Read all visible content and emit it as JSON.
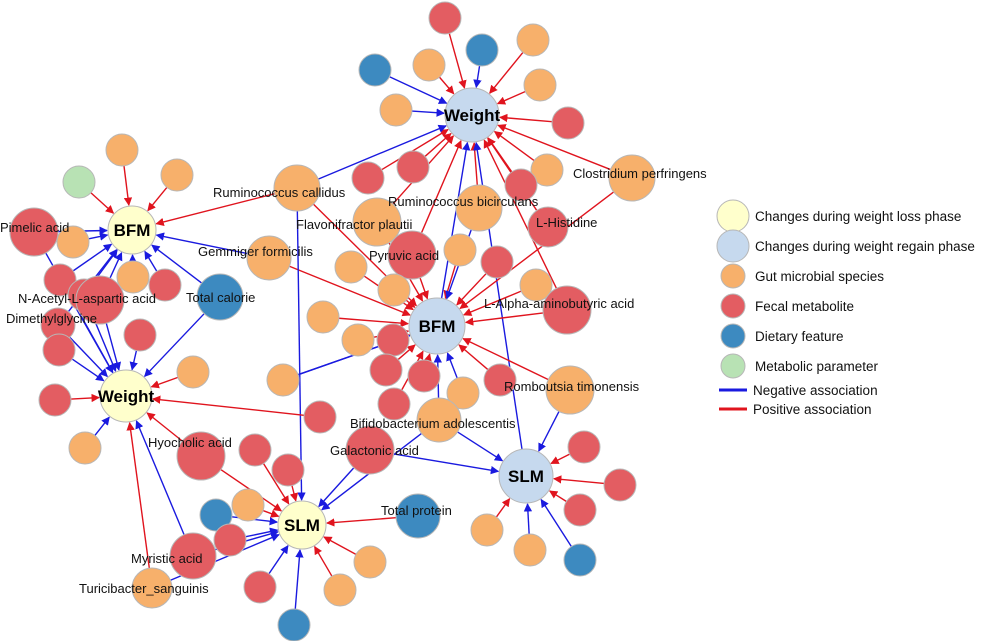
{
  "colors": {
    "loss_phase": "#ffffcc",
    "regain_phase": "#c6d9ee",
    "microbe": "#f7b06b",
    "metabolite": "#e35d62",
    "dietary": "#3d8ac0",
    "metabolic": "#b8e2b4",
    "negative": "#1a1adf",
    "positive": "#e0141e",
    "node_stroke": "#b7b7b7"
  },
  "hubs": {
    "bfm_loss": "BFM",
    "weight_loss": "Weight",
    "slm_loss": "SLM",
    "weight_regain": "Weight",
    "bfm_regain": "BFM",
    "slm_regain": "SLM"
  },
  "node_labels": {
    "pimelic_acid": "Pimelic acid",
    "n_acetyl": "N-Acetyl-L-aspartic acid",
    "dimethylglycine": "Dimethylglycine",
    "total_calorie": "Total calorie",
    "ruminococcus_callidus": "Ruminococcus callidus",
    "flavonifractor": "Flavonifractor plautii",
    "ruminococcus_bicirculans": "Ruminococcus bicirculans",
    "l_histidine": "L-Histidine",
    "clostridium": "Clostridium perfringens",
    "gemmiger": "Gemmiger formicilis",
    "pyruvic_acid": "Pyruvic acid",
    "l_alpha": "L-Alpha-aminobutyric acid",
    "romboutsia": "Romboutsia timonensis",
    "bifidobacterium": "Bifidobacterium adolescentis",
    "galactonic_acid": "Galactonic acid",
    "hyocholic_acid": "Hyocholic acid",
    "total_protein": "Total protein",
    "myristic_acid": "Myristic acid",
    "turicibacter": "Turicibacter_sanguinis"
  },
  "legend": [
    {
      "label": "Changes during weight loss phase",
      "kind": "loss_phase"
    },
    {
      "label": "Changes during weight regain phase",
      "kind": "regain_phase"
    },
    {
      "label": "Gut microbial species",
      "kind": "microbe"
    },
    {
      "label": "Fecal metabolite",
      "kind": "metabolite"
    },
    {
      "label": "Dietary feature",
      "kind": "dietary"
    },
    {
      "label": "Metabolic parameter",
      "kind": "metabolic"
    },
    {
      "label": "Negative association",
      "kind": "negative"
    },
    {
      "label": "Positive association",
      "kind": "positive"
    }
  ]
}
